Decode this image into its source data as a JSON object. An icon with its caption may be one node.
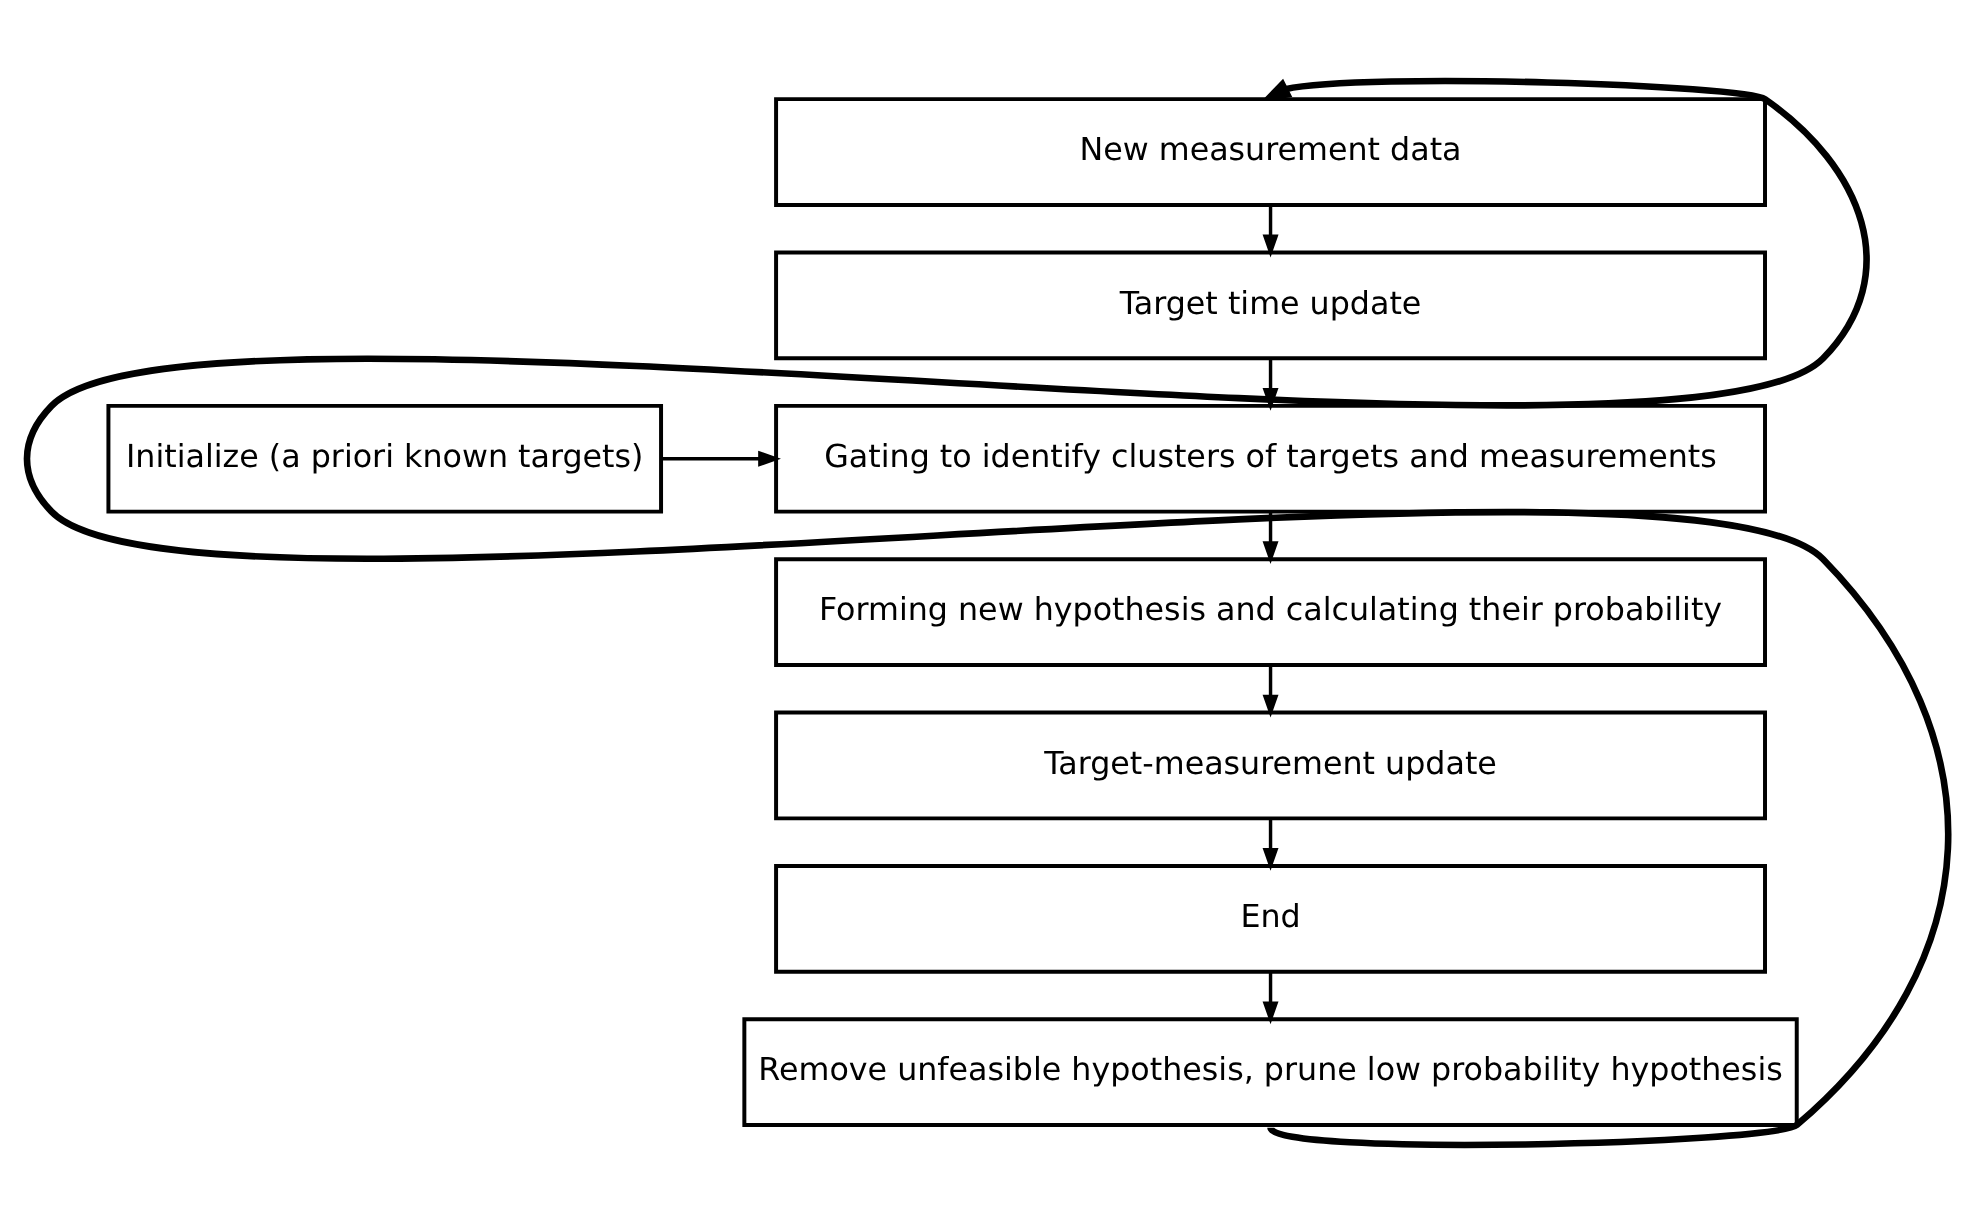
{
  "diagram": {
    "nodes": [
      {
        "text": [
          "New measurement data"
        ]
      },
      {
        "text": [
          "Target time update"
        ]
      },
      {
        "text": [
          "Gating to identify clusters of targets and measurements"
        ]
      },
      {
        "text": [
          "Forming new hypothesis and calculating their probability"
        ]
      },
      {
        "text": [
          "Target-measurement update"
        ]
      },
      {
        "text": [
          "End"
        ]
      },
      {
        "text": [
          "Remove unfeasible hypothesis, prune low probability hypothesis"
        ]
      },
      {
        "text": [
          "Initialize (a priori known targets)"
        ]
      }
    ],
    "edges": [
      {
        "from": 0,
        "to": 1,
        "arrow": "to"
      },
      {
        "from": 1,
        "to": 2,
        "arrow": "to"
      },
      {
        "from": 2,
        "to": 3,
        "arrow": "to"
      },
      {
        "from": 3,
        "to": 4,
        "arrow": "to"
      },
      {
        "from": 4,
        "to": 5,
        "arrow": "to"
      },
      {
        "from": 5,
        "to": 6,
        "arrow": "to"
      },
      {
        "from": 7,
        "to": 2,
        "arrow": "to"
      },
      {
        "from": 6,
        "to": 0,
        "arrow": "to",
        "style": "thick"
      }
    ]
  }
}
